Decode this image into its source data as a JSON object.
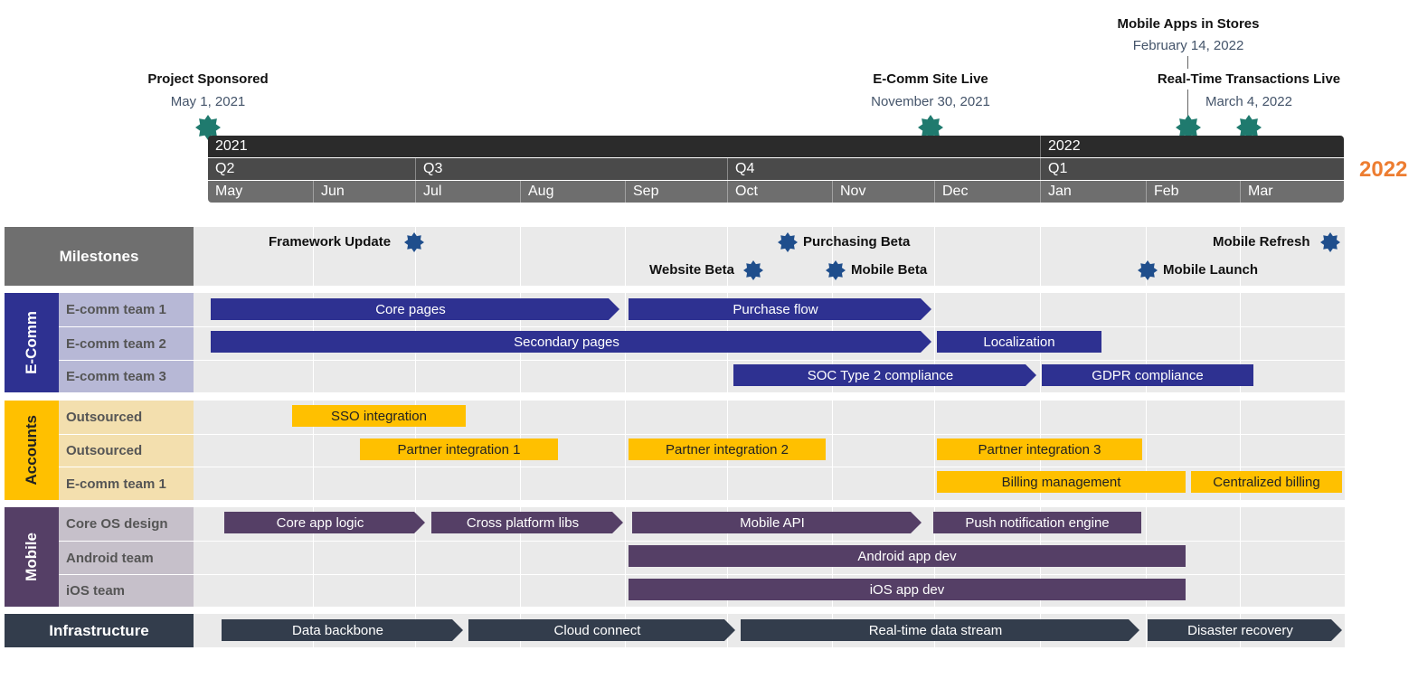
{
  "top_milestones": [
    {
      "title": "Project Sponsored",
      "date": "May 1, 2021"
    },
    {
      "title": "E-Comm Site Live",
      "date": "November 30, 2021"
    },
    {
      "title": "Mobile Apps in Stores",
      "date": "February 14, 2022"
    },
    {
      "title": "Real-Time Transactions Live",
      "date": "March 4, 2022"
    }
  ],
  "header": {
    "years": [
      "2021",
      "2022"
    ],
    "quarters": [
      "Q2",
      "Q3",
      "Q4",
      "Q1"
    ],
    "months": [
      "May",
      "Jun",
      "Jul",
      "Aug",
      "Sep",
      "Oct",
      "Nov",
      "Dec",
      "Jan",
      "Feb",
      "Mar"
    ],
    "side_year": "2022"
  },
  "milestones_lane": {
    "label": "Milestones",
    "items": [
      "Framework Update",
      "Purchasing Beta",
      "Website Beta",
      "Mobile Beta",
      "Mobile Refresh",
      "Mobile Launch"
    ]
  },
  "groups": {
    "ecomm": {
      "label": "E-Comm",
      "teams": [
        "E-comm team 1",
        "E-comm team 2",
        "E-comm team 3"
      ],
      "tasks": [
        "Core pages",
        "Purchase flow",
        "Secondary pages",
        "Localization",
        "SOC Type 2 compliance",
        "GDPR compliance"
      ]
    },
    "accounts": {
      "label": "Accounts",
      "teams": [
        "Outsourced",
        "Outsourced",
        "E-comm team 1"
      ],
      "tasks": [
        "SSO integration",
        "Partner integration 1",
        "Partner integration 2",
        "Partner integration 3",
        "Billing management",
        "Centralized billing"
      ]
    },
    "mobile": {
      "label": "Mobile",
      "teams": [
        "Core OS design",
        "Android team",
        "iOS team"
      ],
      "tasks": [
        "Core app logic",
        "Cross platform libs",
        "Mobile API",
        "Push notification engine",
        "Android app dev",
        "iOS app dev"
      ]
    },
    "infrastructure": {
      "label": "Infrastructure",
      "tasks": [
        "Data backbone",
        "Cloud connect",
        "Real-time data stream",
        "Disaster recovery"
      ]
    }
  },
  "colors": {
    "milestone_top": "#1f7a6e",
    "milestone_lane": "#1f4e8c",
    "ecomm": "#2e3191",
    "accounts": "#ffc000",
    "mobile": "#553f66",
    "infrastructure": "#333d4c",
    "header_dark": "#2b2b2b",
    "header_mid": "#4a4a4a",
    "header_light": "#6e6e6e",
    "accent_year": "#ed7d31"
  }
}
